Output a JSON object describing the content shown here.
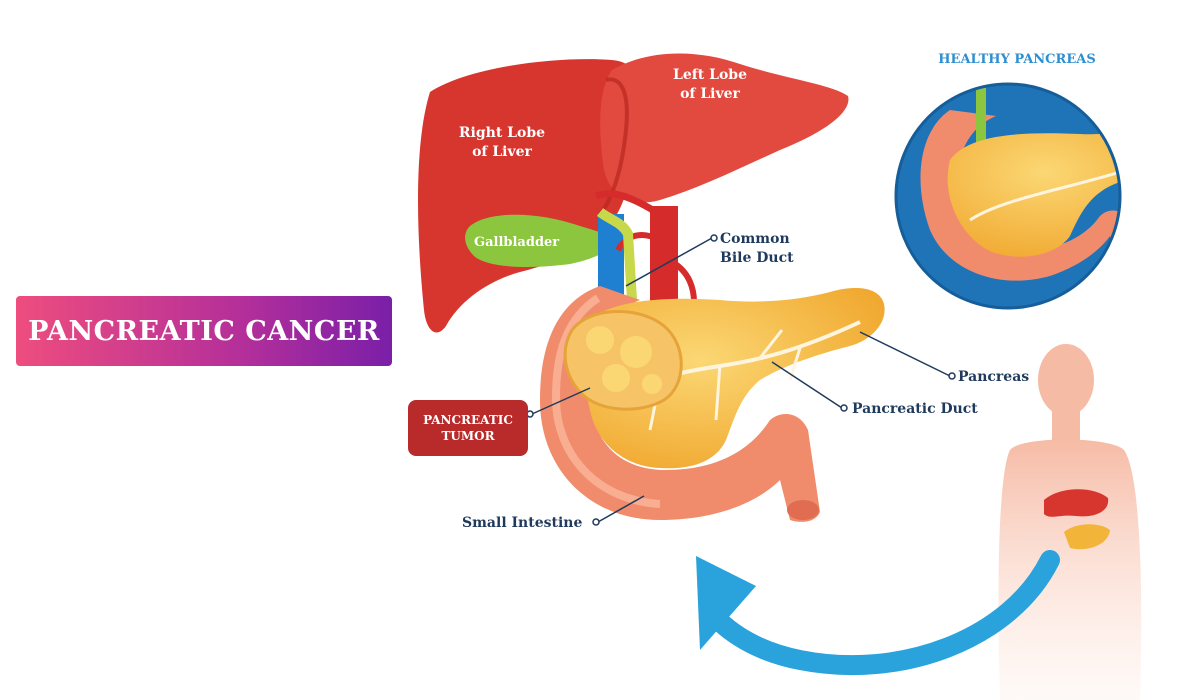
{
  "title": "PANCREATIC CANCER",
  "inset_title": "HEALTHY PANCREAS",
  "labels": {
    "right_lobe": "Right Lobe of Liver",
    "left_lobe": "Left Lobe of Liver",
    "gallbladder": "Gallbladder",
    "common_bile_duct": "Common Bile Duct",
    "pancreas": "Pancreas",
    "pancreatic_duct": "Pancreatic Duct",
    "pancreatic_tumor": "PANCREATIC TUMOR",
    "small_intestine": "Small Intestine"
  },
  "colors": {
    "banner_gradient_start": "#ee4d7e",
    "banner_gradient_end": "#7a1fa8",
    "liver": "#d7362f",
    "liver_dark": "#b8261f",
    "gallbladder": "#8cc63f",
    "pancreas": "#f3b43a",
    "pancreas_highlight": "#fbd774",
    "intestine": "#f08c6c",
    "intestine_light": "#fbb59b",
    "vein": "#1f7fd1",
    "artery": "#d62b2b",
    "bile_duct": "#c7d94a",
    "tumor_box": "#b92b2b",
    "inset_circle": "#1f73b7",
    "arrow": "#2aa3dd",
    "label_navy": "#1f3a5c",
    "inset_title": "#2c8fd1",
    "silhouette": "#f8c9b9"
  },
  "icons": [
    "liver-illustration",
    "pancreas-illustration",
    "tumor-illustration",
    "human-silhouette-icon",
    "curved-arrow-icon"
  ]
}
